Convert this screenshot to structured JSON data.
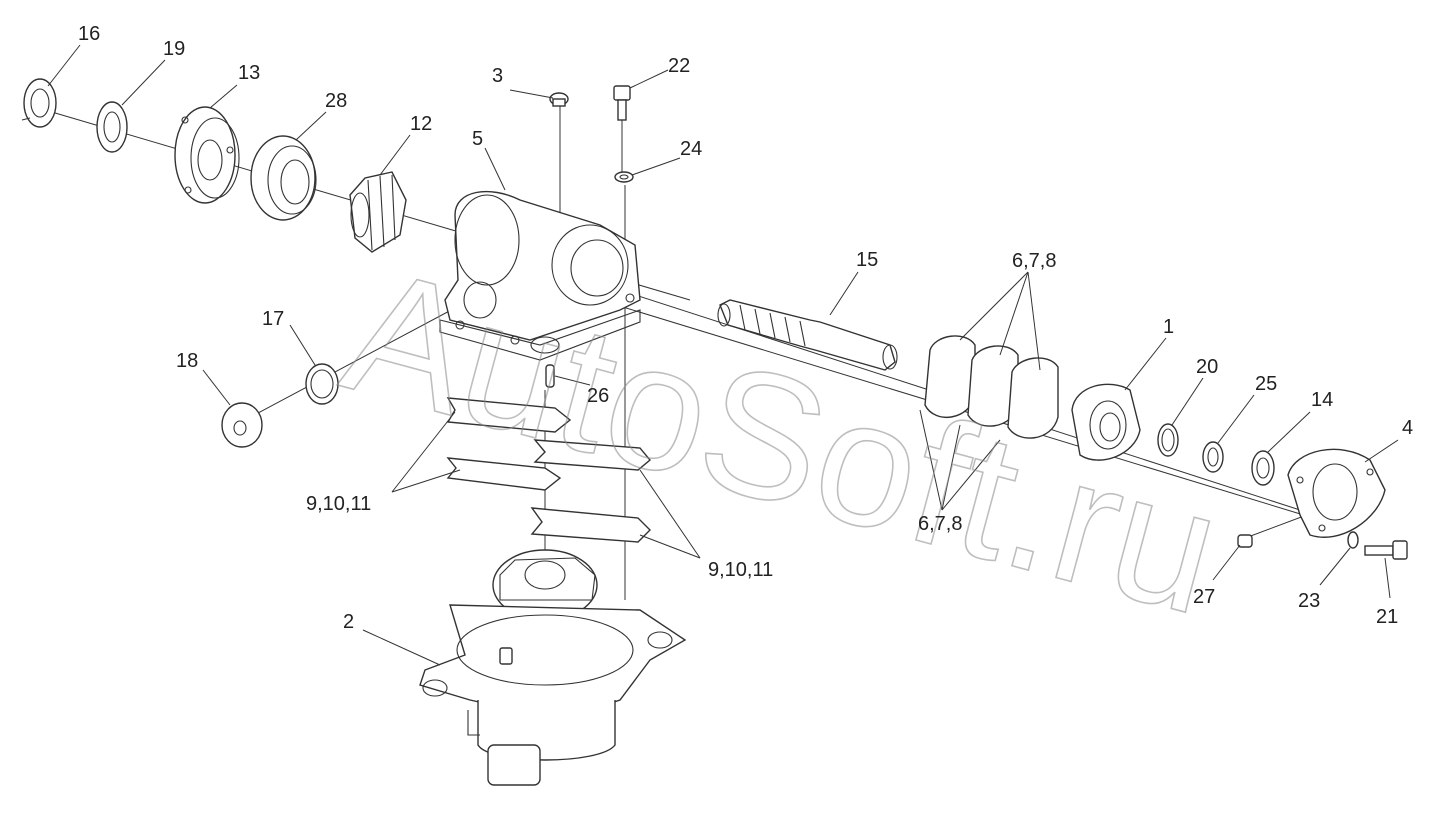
{
  "diagram": {
    "watermark": "AutoSoft.ru",
    "callouts": [
      "16",
      "19",
      "13",
      "28",
      "12",
      "3",
      "22",
      "24",
      "5",
      "15",
      "6,7,8",
      "6,7,8",
      "1",
      "20",
      "25",
      "14",
      "4",
      "17",
      "18",
      "26",
      "9,10,11",
      "9,10,11",
      "27",
      "23",
      "21",
      "2"
    ]
  }
}
